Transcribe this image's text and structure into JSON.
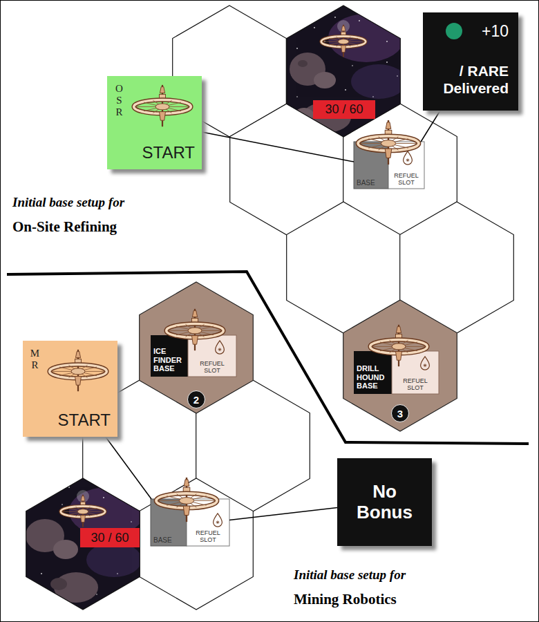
{
  "diagram": {
    "nodes": [
      {
        "text": [
          "O S R",
          "START"
        ]
      },
      {
        "text": [
          "30 / 60"
        ]
      },
      {
        "text": [
          "+10",
          "/ RARE Delivered"
        ]
      },
      {
        "text": [
          "BASE"
        ]
      },
      {
        "text": [
          "REFUEL SLOT"
        ]
      },
      {
        "text": [
          "ICE FINDER BASE"
        ]
      },
      {
        "text": [
          "REFUEL SLOT"
        ]
      },
      {
        "text": [
          "2"
        ]
      },
      {
        "text": [
          "M R",
          "START"
        ]
      },
      {
        "text": [
          "DRILL HOUND BASE"
        ]
      },
      {
        "text": [
          "REFUEL SLOT"
        ]
      },
      {
        "text": [
          "3"
        ]
      },
      {
        "text": [
          "No Bonus"
        ]
      },
      {
        "text": [
          "30 / 60"
        ]
      },
      {
        "text": [
          "BASE"
        ]
      },
      {
        "text": [
          "REFUEL SLOT"
        ]
      }
    ],
    "edges": [
      {
        "from": 0,
        "to": 3,
        "arrow": "none"
      },
      {
        "from": 2,
        "to": 4,
        "arrow": "none"
      },
      {
        "from": 8,
        "to": 14,
        "arrow": "none"
      },
      {
        "from": 12,
        "to": 15,
        "arrow": "none"
      }
    ],
    "labels": [
      "Initial base setup for",
      "On-Site Refining",
      "Initial base setup for",
      "Mining Robotics"
    ]
  }
}
